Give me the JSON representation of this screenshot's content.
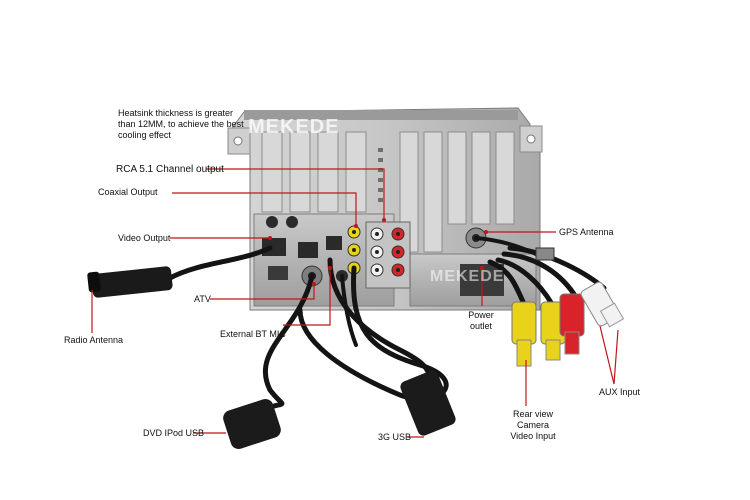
{
  "brand": {
    "watermark": "MEKEDE"
  },
  "labels": {
    "heatsink": "Heatsink thickness is greater than 12MM, to achieve the best cooling effect",
    "rca": "RCA 5.1 Channel output",
    "coaxial": "Coaxial Output",
    "video_output": "Video Output",
    "atv": "ATV",
    "external_bt_mic": "External BT MIC",
    "radio_antenna": "Radio Antenna",
    "dvd_ipod_usb": "DVD IPod USB",
    "usb_3g": "3G USB",
    "gps_antenna": "GPS Antenna",
    "power_outlet": "Power outlet",
    "aux_input": "AUX Input",
    "rear_camera": "Rear view Camera Video Input"
  },
  "colors": {
    "pointer": "#c0161b",
    "chassis": "#b9b9b9",
    "cable": "#141414",
    "rca_yellow": "#e8d21a",
    "rca_red": "#d8232a",
    "rca_white": "#f2f2f2"
  }
}
